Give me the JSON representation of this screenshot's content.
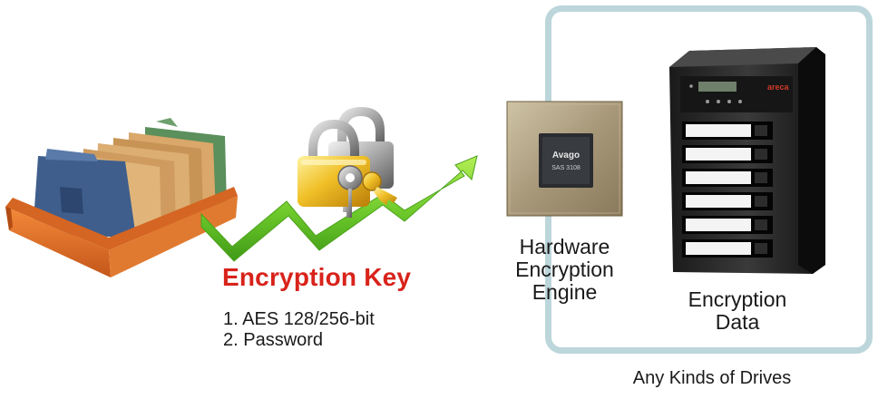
{
  "encryption_key": {
    "title": "Encryption Key",
    "items": [
      "1. AES 128/256-bit",
      "2. Password"
    ]
  },
  "hardware_engine": {
    "label_lines": [
      "Hardware",
      "Encryption",
      "Engine"
    ],
    "chip_brand": "Avago",
    "chip_model": "SAS 3108"
  },
  "encryption_data": {
    "label_lines": [
      "Encryption",
      "Data"
    ],
    "enclosure_brand": "areca",
    "drive_bay_count": 6
  },
  "drives_caption": "Any Kinds of Drives",
  "colors": {
    "key_title": "#d8231b",
    "panel_border": "#bcd6db",
    "arrow_green": "#6cc82a",
    "file_box_orange": "#e8742a",
    "lock_gold": "#e9b520",
    "chip_background": "#b8a98a"
  },
  "icons": [
    "file-box-icon",
    "padlock-icon",
    "key-icon",
    "arrow-icon",
    "chip-icon",
    "storage-enclosure-icon"
  ]
}
